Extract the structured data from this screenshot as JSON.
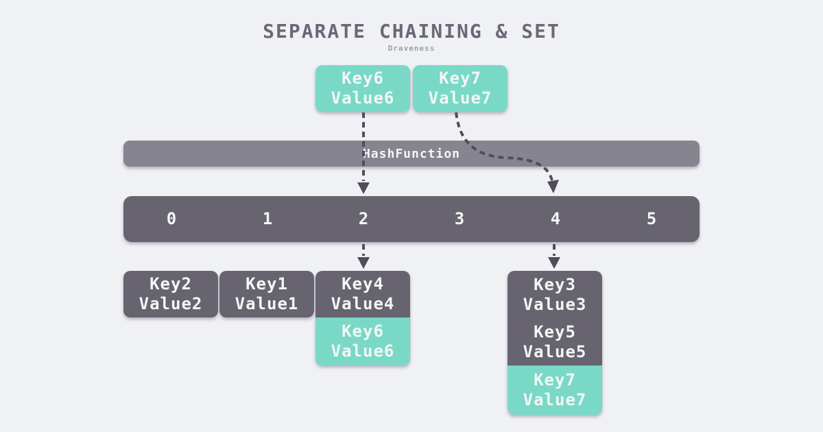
{
  "title": "SEPARATE CHAINING & SET",
  "subtitle": "Draveness",
  "hash_function": {
    "label": "HashFunction"
  },
  "incoming": [
    {
      "key": "Key6",
      "value": "Value6"
    },
    {
      "key": "Key7",
      "value": "Value7"
    }
  ],
  "buckets": {
    "labels": [
      "0",
      "1",
      "2",
      "3",
      "4",
      "5"
    ]
  },
  "chains": [
    {
      "bucket": "0",
      "entries": [
        {
          "key": "Key2",
          "value": "Value2",
          "state": "existing"
        }
      ]
    },
    {
      "bucket": "1",
      "entries": [
        {
          "key": "Key1",
          "value": "Value1",
          "state": "existing"
        }
      ]
    },
    {
      "bucket": "2",
      "entries": [
        {
          "key": "Key4",
          "value": "Value4",
          "state": "existing"
        },
        {
          "key": "Key6",
          "value": "Value6",
          "state": "inserted"
        }
      ]
    },
    {
      "bucket": "4",
      "entries": [
        {
          "key": "Key3",
          "value": "Value3",
          "state": "existing"
        },
        {
          "key": "Key5",
          "value": "Value5",
          "state": "existing"
        },
        {
          "key": "Key7",
          "value": "Value7",
          "state": "inserted"
        }
      ]
    }
  ],
  "colors": {
    "background": "#F0F1F4",
    "bucket_bar": "#676470",
    "hash_bar": "#86848F",
    "inserted_teal": "#79D9C6",
    "box_text": "#F3F6F5",
    "title_text": "#6A6876",
    "arrow": "#504D59"
  }
}
